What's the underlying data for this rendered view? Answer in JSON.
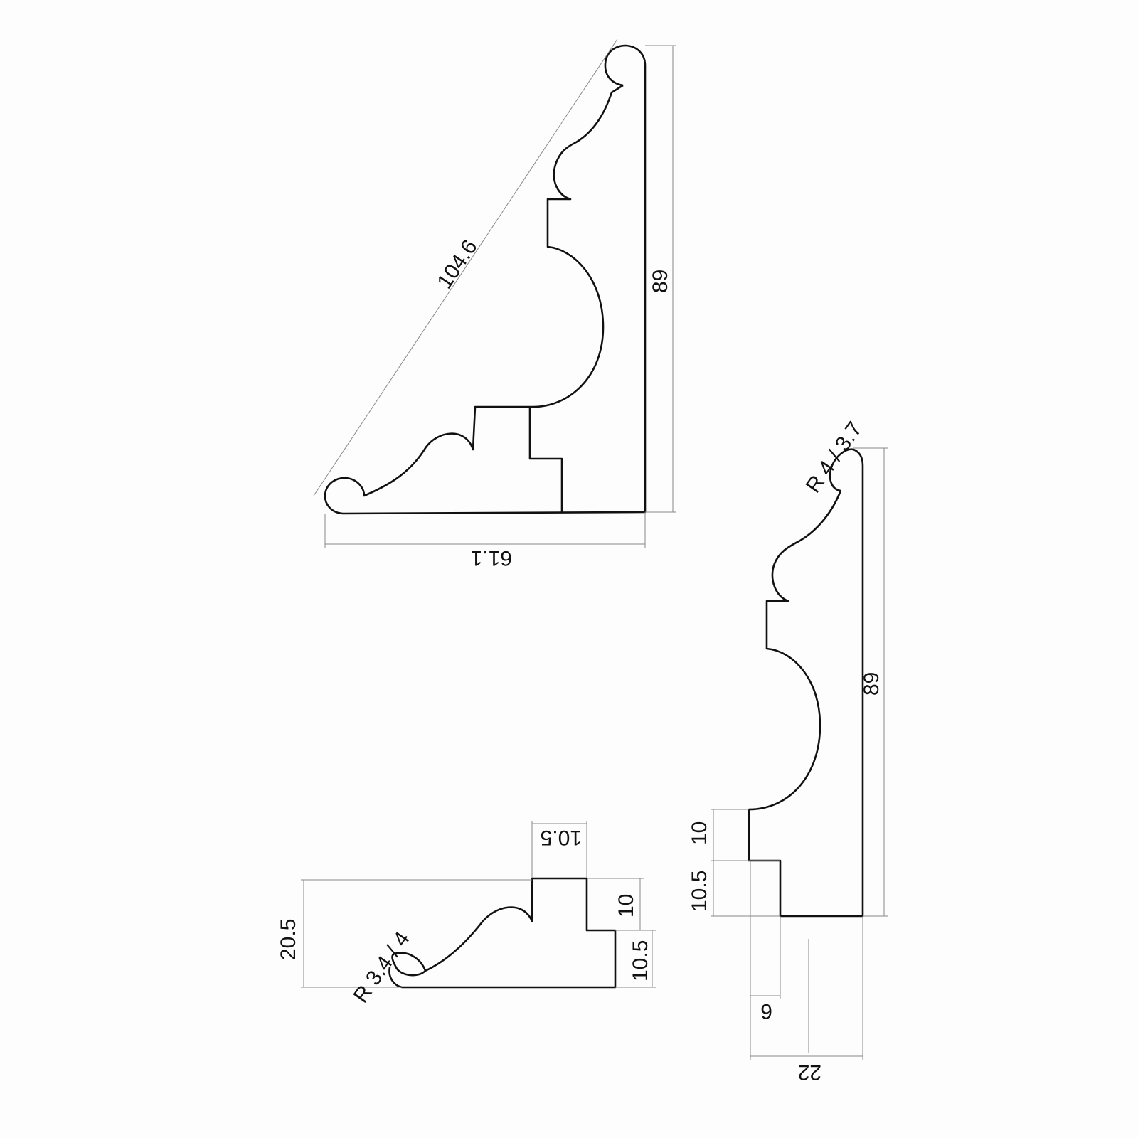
{
  "drawing": {
    "profile_large": {
      "diagonal": "104.6",
      "height": "89",
      "width": "61.1"
    },
    "profile_right": {
      "radius": "R 4 / 3.7",
      "height": "89",
      "step_upper": "10",
      "step_lower": "10.5",
      "step_width": "6",
      "base_width": "22"
    },
    "profile_small": {
      "radius": "R 3.4 / 4",
      "height": "20.5",
      "top_width": "10.5",
      "step_upper": "10",
      "step_lower": "10.5"
    }
  }
}
